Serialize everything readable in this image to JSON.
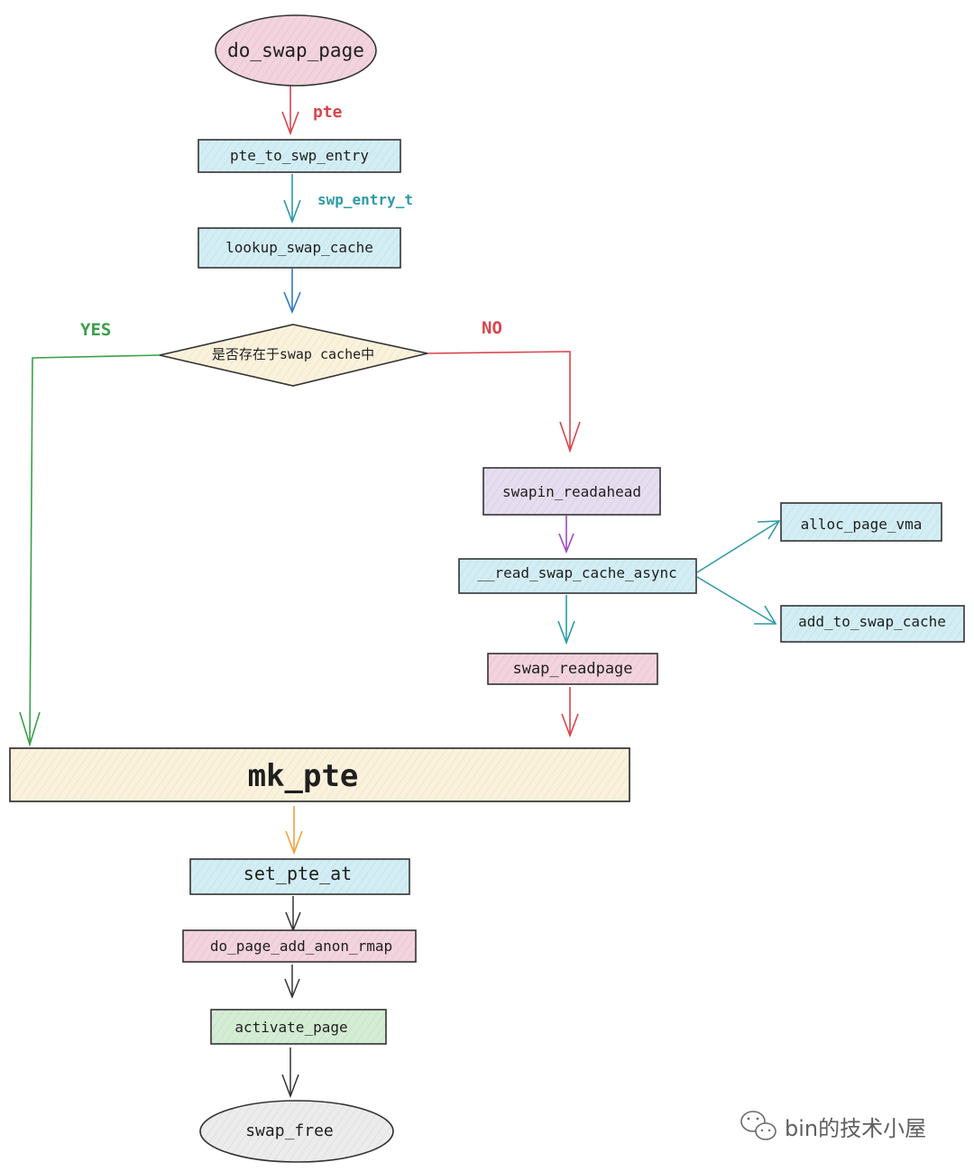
{
  "colors": {
    "pink": "#f2d3de",
    "cyan": "#d2eef4",
    "purple": "#e6ddf0",
    "cream": "#fbf2dc",
    "green": "#d4ecd4",
    "grey": "#ececec",
    "red_arrow": "#d8454d",
    "teal_arrow": "#2d9aa6",
    "blue_arrow": "#2f79c0",
    "green_arrow": "#3aa04a",
    "purple_arrow": "#9b4bc4",
    "orange_arrow": "#f2a23a",
    "dark_arrow": "#333333"
  },
  "nodes": {
    "do_swap_page": "do_swap_page",
    "pte_to_swp_entry": "pte_to_swp_entry",
    "lookup_swap_cache": "lookup_swap_cache",
    "decision": "是否存在于swap cache中",
    "swapin_readahead": "swapin_readahead",
    "read_swap_cache_async": "__read_swap_cache_async",
    "alloc_page_vma": "alloc_page_vma",
    "add_to_swap_cache": "add_to_swap_cache",
    "swap_readpage": "swap_readpage",
    "mk_pte": "mk_pte",
    "set_pte_at": "set_pte_at",
    "do_page_add_anon_rmap": "do_page_add_anon_rmap",
    "activate_page": "activate_page",
    "swap_free": "swap_free"
  },
  "edge_labels": {
    "pte": "pte",
    "swp_entry_t": "swp_entry_t",
    "yes": "YES",
    "no": "NO"
  },
  "watermark": {
    "text": "bin的技术小屋",
    "icon": "wechat-icon"
  }
}
